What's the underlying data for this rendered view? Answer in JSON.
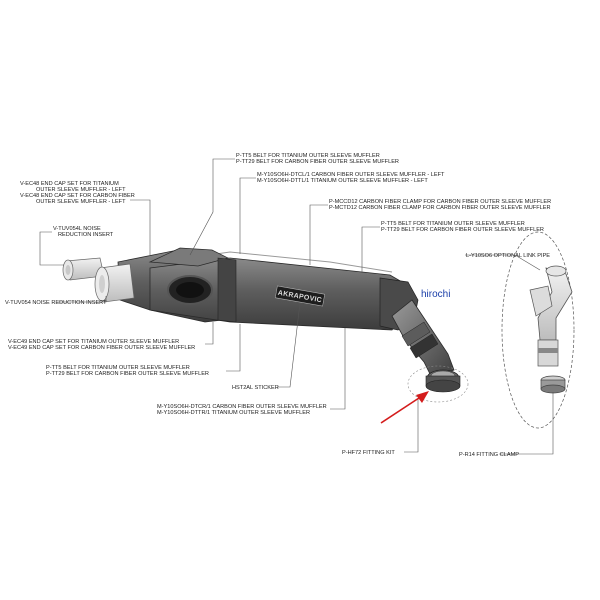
{
  "labels": {
    "v_ec48": "V-EC48  END CAP SET FOR TITANIUM",
    "v_ec48_2": "OUTER SLEEVE MUFFLER - LEFT",
    "v_ec48_3": "V-EC48  END CAP SET FOR CARBON FIBER",
    "v_ec48_4": "OUTER SLEEVE MUFFLER - LEFT",
    "v_tuv054l_1": "V-TUV054L  NOISE",
    "v_tuv054l_2": "REDUCTION INSERT",
    "v_tuv054": "V-TUV054  NOISE REDUCTION INSERT",
    "v_ec49_1": "V-EC49  END CAP SET FOR TITANIUM OUTER SLEEVE MUFFLER",
    "v_ec49_2": "V-EC49  END CAP SET FOR CARBON FIBER OUTER SLEEVE MUFFLER",
    "ptt5_top_1": "P-TT5  BELT FOR TITANIUM OUTER SLEEVE MUFFLER",
    "ptt29_top_2": "P-TT29  BELT FOR CARBON FIBER OUTER SLEEVE MUFFLER",
    "dtcl": "M-Y10SO6H-DTCL/1  CARBON FIBER OUTER SLEEVE MUFFLER - LEFT",
    "dttl": "M-Y10SO6H-DTTL/1  TITANIUM OUTER SLEEVE MUFFLER - LEFT",
    "mccd12": "P-MCCD12  CARBON FIBER CLAMP FOR CARBON FIBER OUTER SLEEVE MUFFLER",
    "mctd12": "P-MCTD12  CARBON FIBER CLAMP FOR CARBON FIBER OUTER SLEEVE MUFFLER",
    "ptt5_right_1": "P-TT5  BELT FOR TITANIUM OUTER SLEEVE MUFFLER",
    "ptt29_right_2": "P-TT29  BELT FOR CARBON FIBER OUTER SLEEVE MUFFLER",
    "link_pipe": "L-Y10SO6  OPTIONAL LINK PIPE",
    "ptt5_bot_1": "P-TT5  BELT FOR TITANIUM OUTER SLEEVE MUFFLER",
    "ptt29_bot_2": "P-TT29  BELT FOR CARBON FIBER OUTER SLEEVE MUFFLER",
    "sticker": "HST2AL  STICKER",
    "dtcr": "M-Y10SO6H-DTCR/1  CARBON FIBER OUTER SLEEVE MUFFLER",
    "dttr": "M-Y10SO6H-DTTR/1  TITANIUM OUTER SLEEVE MUFFLER",
    "fitting_kit": "P-HF72  FITTING KIT",
    "fitting_clamp": "P-R14  FITTING CLAMP"
  },
  "watermark": "hirochi",
  "muffler_badge": "AKRAPOVIC",
  "colors": {
    "muffler_body": "#5a5a5a",
    "muffler_dark": "#3a3a3a",
    "line": "#555555",
    "arrow": "#d41c1c",
    "watermark": "#1a3ea8"
  }
}
